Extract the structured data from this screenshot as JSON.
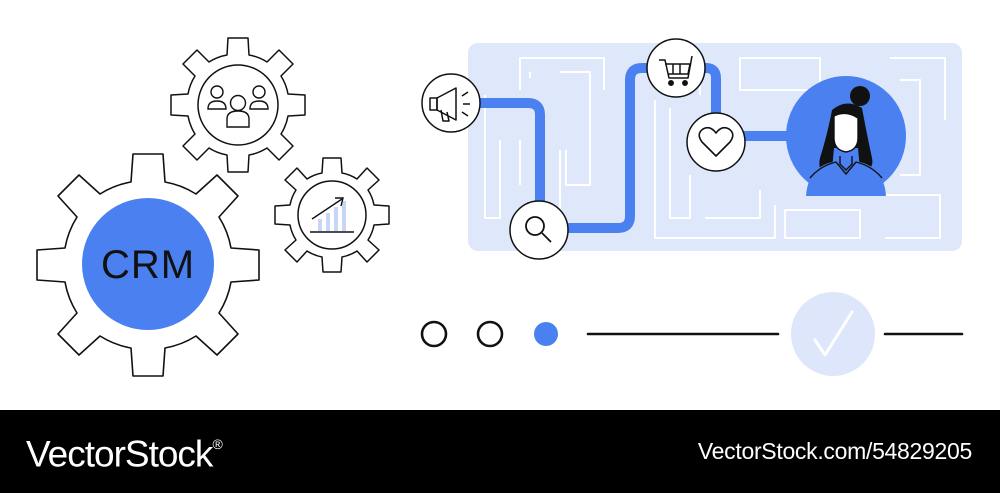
{
  "illustration": {
    "gear_main_label": "CRM",
    "progress_dots": {
      "total": 3,
      "active_index": 3
    },
    "colors": {
      "accent": "#4a80f0",
      "panel": "#dfe8fb",
      "check": "#dde6fa",
      "outline": "#111111"
    },
    "icons": [
      "users-group-icon",
      "growth-chart-icon",
      "megaphone-icon",
      "search-icon",
      "shopping-cart-icon",
      "heart-icon",
      "customer-avatar-icon",
      "checkmark-icon"
    ]
  },
  "footer": {
    "brand": "VectorStock",
    "registered_mark": "®",
    "stock_id": "VectorStock.com/54829205"
  }
}
